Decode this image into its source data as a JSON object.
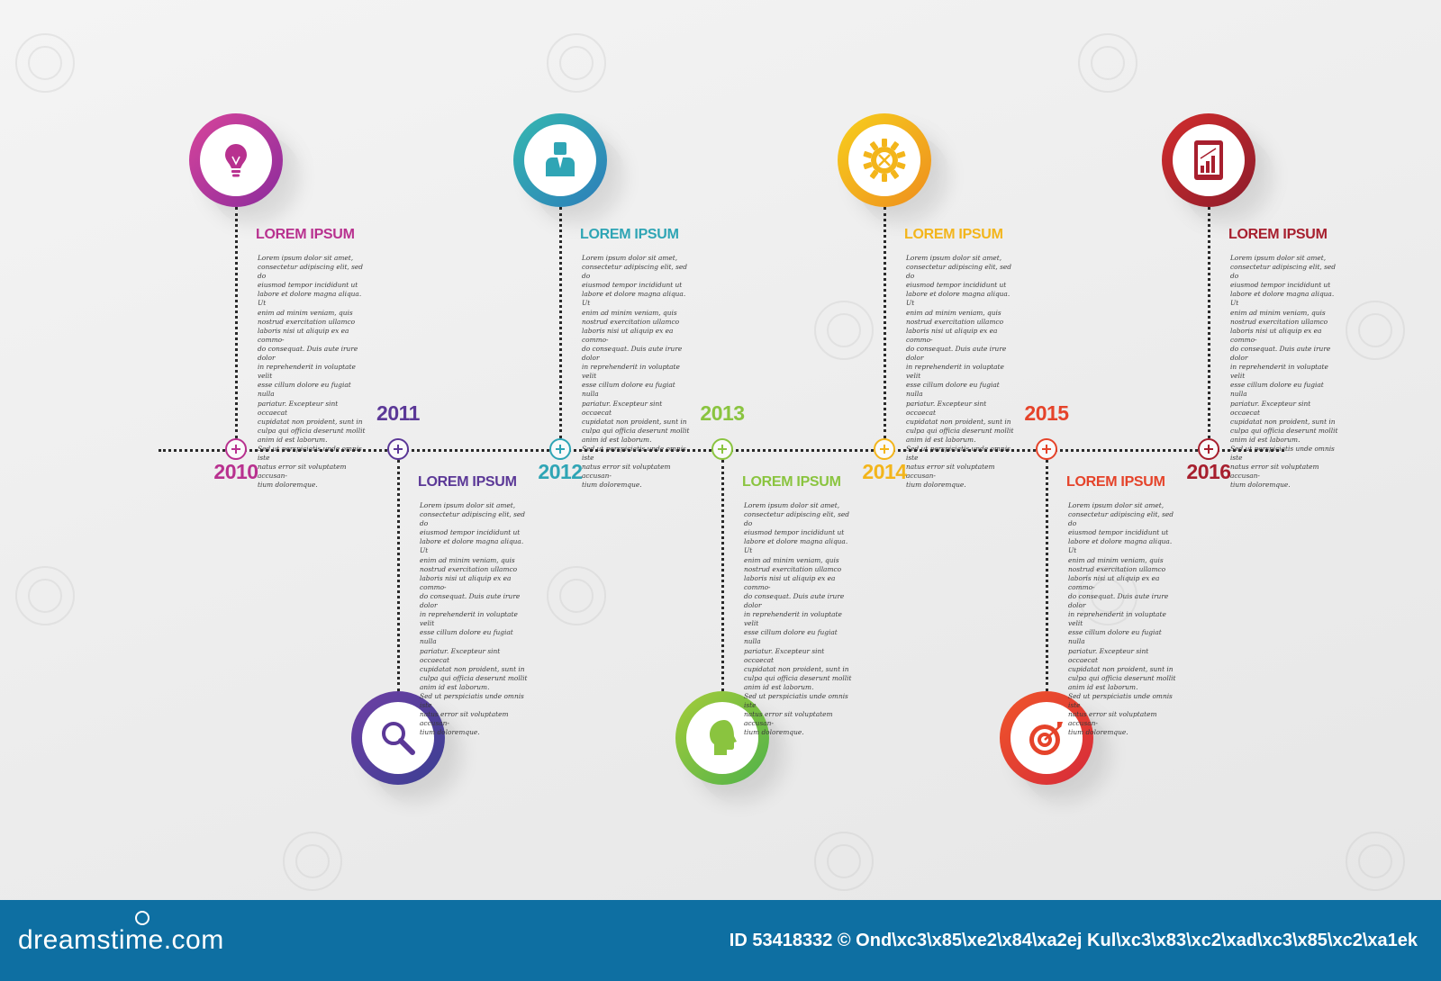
{
  "timeline": {
    "events": [
      {
        "year": "2010",
        "title": "LOREM IPSUM",
        "icon": "lightbulb-icon",
        "color": "#b8318f",
        "gradient": [
          "#d8449b",
          "#8b2c9c"
        ],
        "side": "top"
      },
      {
        "year": "2011",
        "title": "LOREM IPSUM",
        "icon": "magnifier-icon",
        "color": "#5b3897",
        "gradient": [
          "#6f3fa4",
          "#3a3f93"
        ],
        "side": "bottom"
      },
      {
        "year": "2012",
        "title": "LOREM IPSUM",
        "icon": "user-icon",
        "color": "#2fa5b5",
        "gradient": [
          "#35b8b0",
          "#2c7dba"
        ],
        "side": "top"
      },
      {
        "year": "2013",
        "title": "LOREM IPSUM",
        "icon": "head-profile-icon",
        "color": "#8ac43f",
        "gradient": [
          "#a5cc3a",
          "#4fb24a"
        ],
        "side": "bottom"
      },
      {
        "year": "2014",
        "title": "LOREM IPSUM",
        "icon": "gear-icon",
        "color": "#f3b51b",
        "gradient": [
          "#f7cf1d",
          "#ee8e1e"
        ],
        "side": "top"
      },
      {
        "year": "2015",
        "title": "LOREM IPSUM",
        "icon": "target-icon",
        "color": "#e5432a",
        "gradient": [
          "#f0562a",
          "#d62a3a"
        ],
        "side": "bottom"
      },
      {
        "year": "2016",
        "title": "LOREM IPSUM",
        "icon": "tablet-chart-icon",
        "color": "#a71f2e",
        "gradient": [
          "#d32d2d",
          "#8c1c2b"
        ],
        "side": "top"
      }
    ],
    "body_lines": [
      "Lorem ipsum dolor sit amet,",
      "consectetur adipiscing elit, sed do",
      "eiusmod tempor incididunt ut",
      "labore et dolore magna aliqua. Ut",
      "enim ad minim veniam, quis",
      "nostrud exercitation ullamco",
      "laboris nisi ut aliquip ex ea commo-",
      "do consequat. Duis aute irure dolor",
      "in reprehenderit in voluptate velit",
      "esse cillum dolore eu fugiat nulla",
      "pariatur. Excepteur sint occaecat",
      "cupidatat non proident, sunt in",
      "culpa qui officia deserunt mollit",
      "anim id est laborum.",
      "Sed ut perspiciatis unde omnis iste",
      "natus error sit voluptatem accusan-",
      "tium doloremque."
    ]
  },
  "footer": {
    "logo": "dreamstime.com",
    "credit": "ID 53418332 © Ond\\xc3\\x85\\xe2\\x84\\xa2ej Kul\\xc3\\x83\\xc2\\xad\\xc3\\x85\\xc2\\xa1ek",
    "background": "#0e6fa2"
  }
}
